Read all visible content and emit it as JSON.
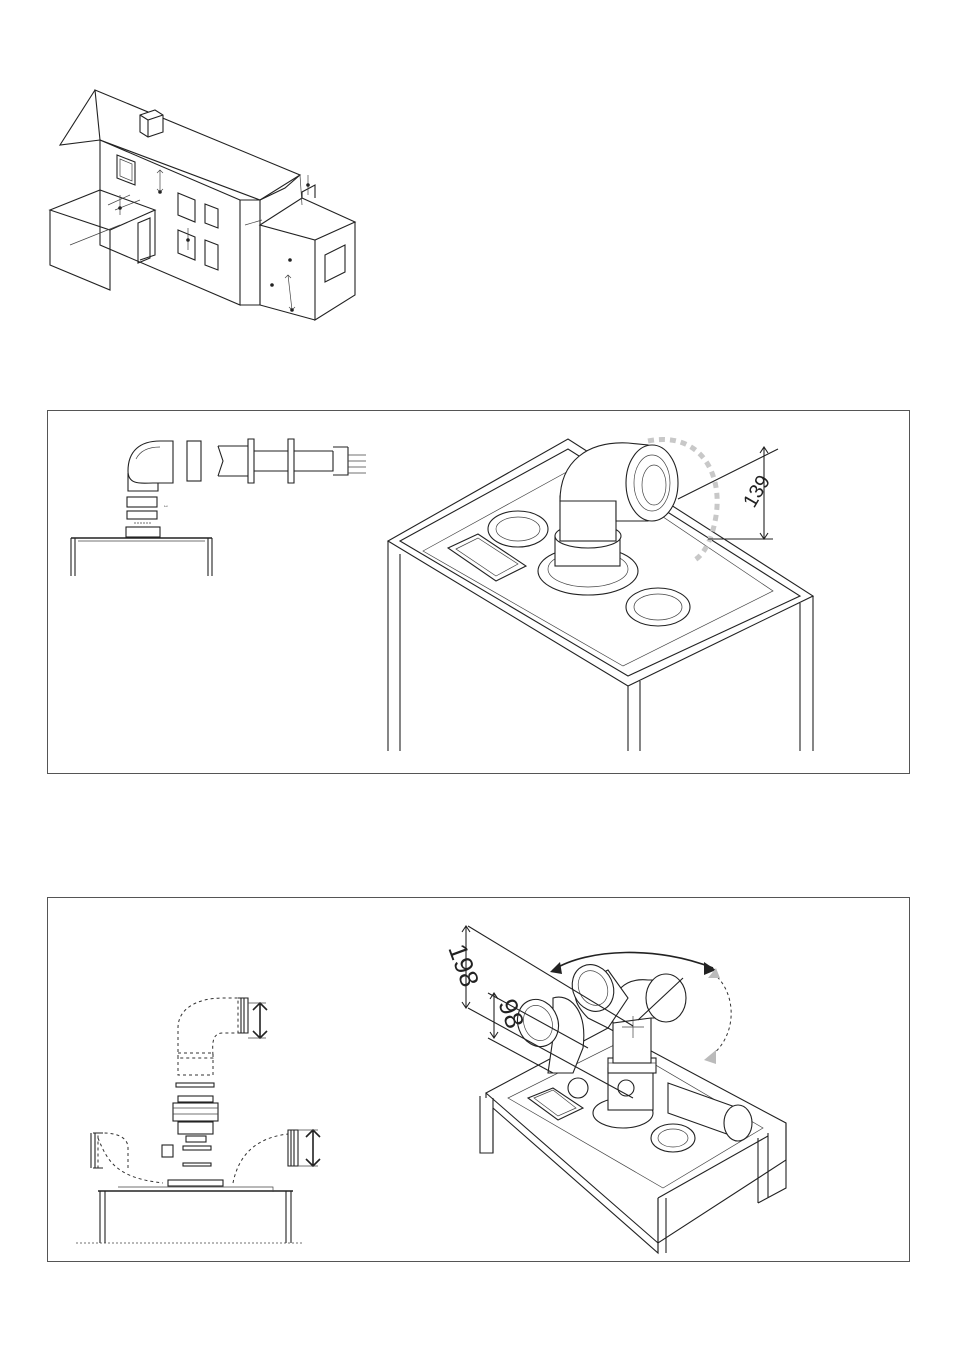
{
  "figures": [
    {
      "id": "house-flue-positions"
    },
    {
      "id": "concentric-flue-panel",
      "dimension_label": "139"
    },
    {
      "id": "twin-pipe-flue-panel",
      "dimension_labels": [
        "198",
        "98"
      ]
    }
  ]
}
